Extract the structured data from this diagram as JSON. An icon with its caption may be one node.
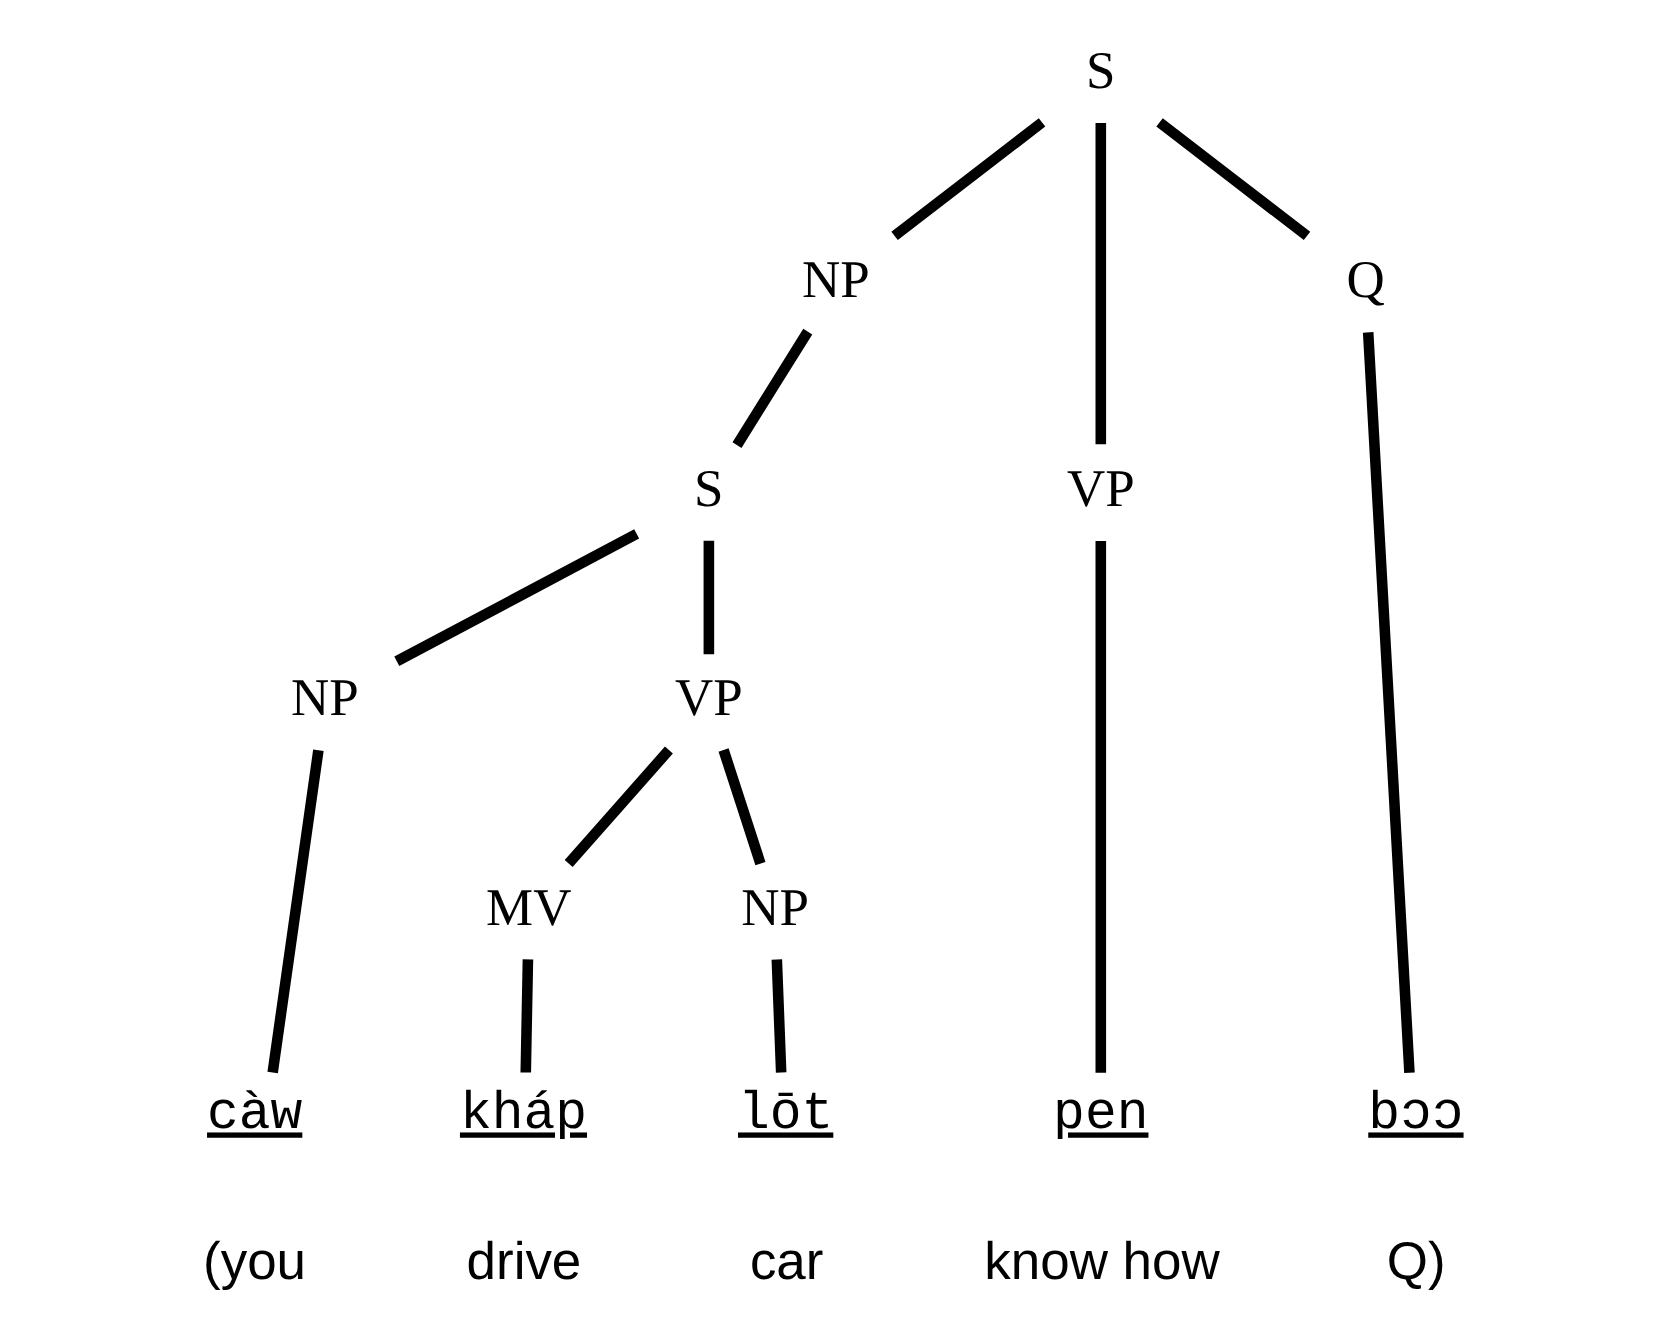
{
  "diagram": {
    "nodes": [
      {
        "text": [
          "S"
        ]
      },
      {
        "text": [
          "NP"
        ]
      },
      {
        "text": [
          "VP"
        ]
      },
      {
        "text": [
          "Q"
        ]
      },
      {
        "text": [
          "S"
        ]
      },
      {
        "text": [
          "NP"
        ]
      },
      {
        "text": [
          "VP"
        ]
      },
      {
        "text": [
          "MV"
        ]
      },
      {
        "text": [
          "NP"
        ]
      },
      {
        "text": [
          "càw"
        ],
        "beside": [
          "(you"
        ]
      },
      {
        "text": [
          "kháp"
        ],
        "beside": [
          "drive"
        ]
      },
      {
        "text": [
          "lōt"
        ],
        "beside": [
          "car"
        ]
      },
      {
        "text": [
          "pen"
        ],
        "beside": [
          "know how"
        ]
      },
      {
        "text": [
          "bɔɔ"
        ],
        "beside": [
          "Q)"
        ]
      }
    ],
    "edges": [
      {
        "from": 0,
        "to": 1,
        "arrow": "none"
      },
      {
        "from": 0,
        "to": 2,
        "arrow": "none"
      },
      {
        "from": 0,
        "to": 3,
        "arrow": "none"
      },
      {
        "from": 1,
        "to": 4,
        "arrow": "none"
      },
      {
        "from": 4,
        "to": 5,
        "arrow": "none"
      },
      {
        "from": 4,
        "to": 6,
        "arrow": "none"
      },
      {
        "from": 6,
        "to": 7,
        "arrow": "none"
      },
      {
        "from": 6,
        "to": 8,
        "arrow": "none"
      },
      {
        "from": 5,
        "to": 9,
        "arrow": "none"
      },
      {
        "from": 7,
        "to": 10,
        "arrow": "none"
      },
      {
        "from": 8,
        "to": 11,
        "arrow": "none"
      },
      {
        "from": 2,
        "to": 12,
        "arrow": "none"
      },
      {
        "from": 3,
        "to": 13,
        "arrow": "none"
      }
    ]
  }
}
